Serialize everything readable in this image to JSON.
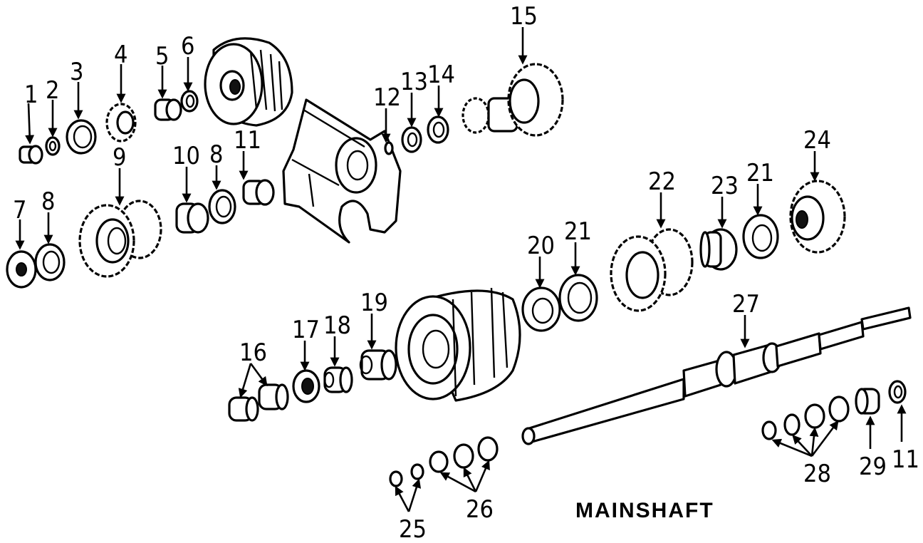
{
  "caption": "MAINSHAFT",
  "callouts": [
    "1",
    "2",
    "3",
    "4",
    "5",
    "6",
    "7",
    "8",
    "9",
    "10",
    "8",
    "11",
    "12",
    "13",
    "14",
    "15",
    "16",
    "17",
    "18",
    "19",
    "20",
    "21",
    "22",
    "23",
    "21",
    "24",
    "27",
    "25",
    "26",
    "28",
    "29",
    "11"
  ]
}
